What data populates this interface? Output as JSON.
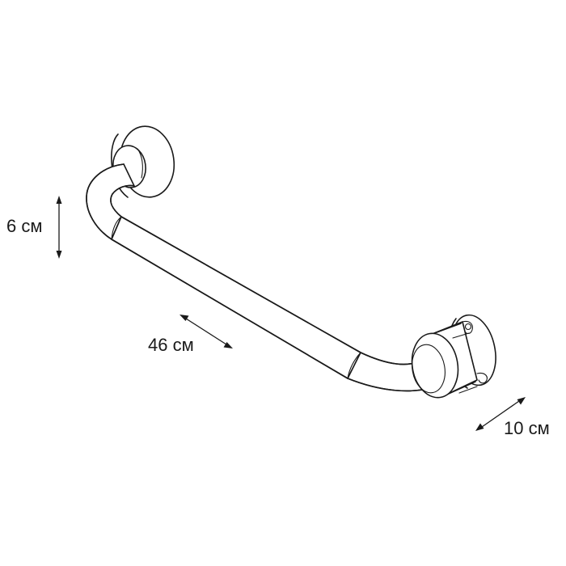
{
  "dimensions": {
    "height_label": "6 см",
    "length_label": "46 см",
    "depth_label": "10 см"
  },
  "colors": {
    "line": "#1a1a1a",
    "background": "#ffffff"
  }
}
